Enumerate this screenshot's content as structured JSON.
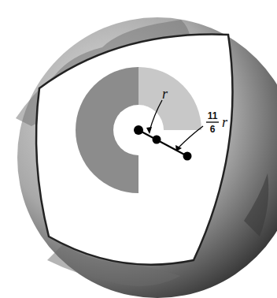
{
  "diagram": {
    "labels": [
      "r",
      "11",
      "6",
      "r"
    ]
  }
}
